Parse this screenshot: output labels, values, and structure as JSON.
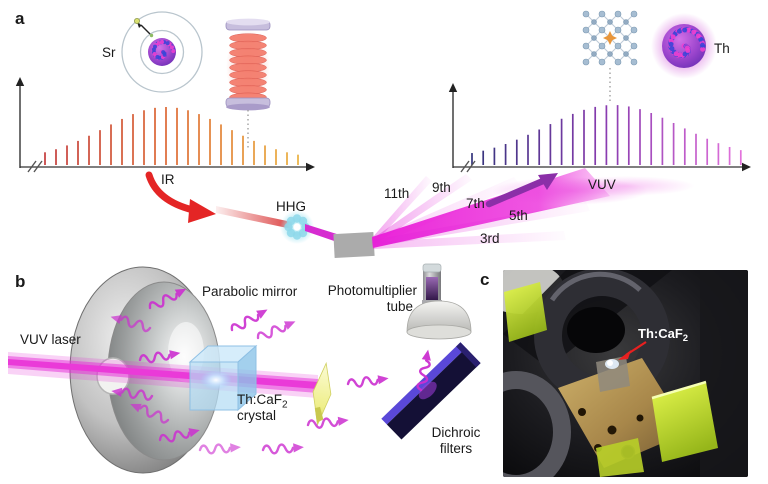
{
  "panel_a": {
    "label": "a",
    "sr_atom_label": "Sr",
    "ir_axis_label": "IR",
    "hhg_label": "HHG",
    "harmonic_labels": [
      "11th",
      "9th",
      "7th",
      "5th",
      "3rd"
    ],
    "vuv_axis_label": "VUV",
    "th_nucleus_label": "Th",
    "ir_comb": {
      "line_count": 24,
      "colors": [
        "#c43b3b",
        "#de6a33",
        "#eab03e"
      ]
    },
    "vuv_comb": {
      "line_count": 25,
      "colors": [
        "#34347c",
        "#8a3cb0",
        "#e373dc"
      ]
    }
  },
  "panel_b": {
    "label": "b",
    "vuv_laser_label": "VUV laser",
    "parabolic_mirror_label": "Parabolic mirror",
    "pmt_label": [
      "Photomultiplier",
      "tube"
    ],
    "crystal_label": {
      "base": "Th:CaF",
      "sub": "2",
      "line2": "crystal"
    },
    "dichroic_label": [
      "Dichroic",
      "filters"
    ]
  },
  "panel_c": {
    "label": "c",
    "crystal_label": {
      "base": "Th:CaF",
      "sub": "2"
    }
  },
  "colors": {
    "beam_magenta": "#e02fd4",
    "squiggle_magenta": "#cc2fd0",
    "hhg_cyan": "#9fe2ef",
    "red_arrow": "#e42525",
    "purple_arrow": "#8b2fa8",
    "axis": "#555555",
    "dopant_star": "#e8963c"
  }
}
